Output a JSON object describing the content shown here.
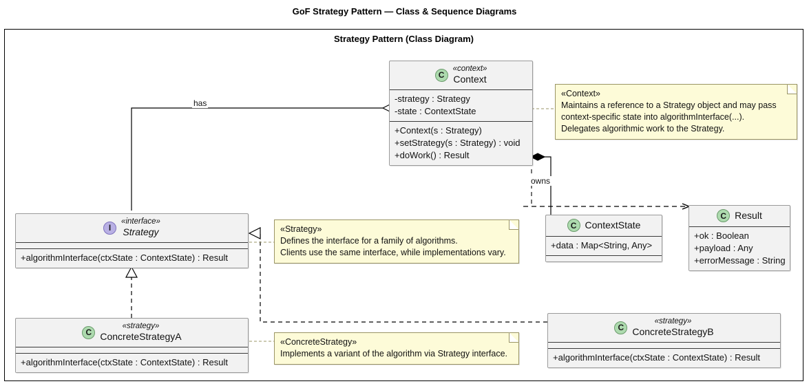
{
  "document": {
    "title": "GoF Strategy Pattern — Class & Sequence Diagrams",
    "frame_title": "Strategy Pattern (Class Diagram)"
  },
  "colors": {
    "class_badge_fill": "#addaae",
    "class_badge_stroke": "#6a9a6b",
    "interface_badge_fill": "#b9b0e4",
    "interface_badge_stroke": "#7e72bd",
    "class_fill": "#f2f2f2",
    "class_stroke": "#9a9a9a",
    "note_fill": "#fdfbd8",
    "note_stroke": "#9a9464",
    "line": "#000000"
  },
  "classes": {
    "context": {
      "badge": "C",
      "stereotype": "«context»",
      "name": "Context",
      "attributes": [
        "-strategy : Strategy",
        "-state : ContextState"
      ],
      "operations": [
        "+Context(s : Strategy)",
        "+setStrategy(s : Strategy) : void",
        "+doWork() : Result"
      ]
    },
    "strategy": {
      "badge": "I",
      "stereotype": "«interface»",
      "name": "Strategy",
      "attributes": [],
      "operations": [
        "+algorithmInterface(ctxState : ContextState) : Result"
      ]
    },
    "concrete_strategy_a": {
      "badge": "C",
      "stereotype": "«strategy»",
      "name": "ConcreteStrategyA",
      "attributes": [],
      "operations": [
        "+algorithmInterface(ctxState : ContextState) : Result"
      ]
    },
    "concrete_strategy_b": {
      "badge": "C",
      "stereotype": "«strategy»",
      "name": "ConcreteStrategyB",
      "attributes": [],
      "operations": [
        "+algorithmInterface(ctxState : ContextState) : Result"
      ]
    },
    "context_state": {
      "badge": "C",
      "stereotype": "",
      "name": "ContextState",
      "attributes": [
        "+data : Map<String, Any>"
      ],
      "operations": []
    },
    "result": {
      "badge": "C",
      "stereotype": "",
      "name": "Result",
      "attributes": [
        "+ok : Boolean",
        "+payload : Any",
        "+errorMessage : String"
      ],
      "operations": []
    }
  },
  "notes": {
    "context_note": {
      "lines": [
        "«Context»",
        "Maintains a reference to a Strategy object and may pass",
        "context-specific state into algorithmInterface(...).",
        "Delegates algorithmic work to the Strategy."
      ]
    },
    "strategy_note": {
      "lines": [
        "«Strategy»",
        "Defines the interface for a family of algorithms.",
        "Clients use the same interface, while implementations vary."
      ]
    },
    "concrete_strategy_note": {
      "lines": [
        "«ConcreteStrategy»",
        "Implements a variant of the algorithm via Strategy interface."
      ]
    }
  },
  "edges": {
    "has_label": "has",
    "owns_label": "owns"
  }
}
